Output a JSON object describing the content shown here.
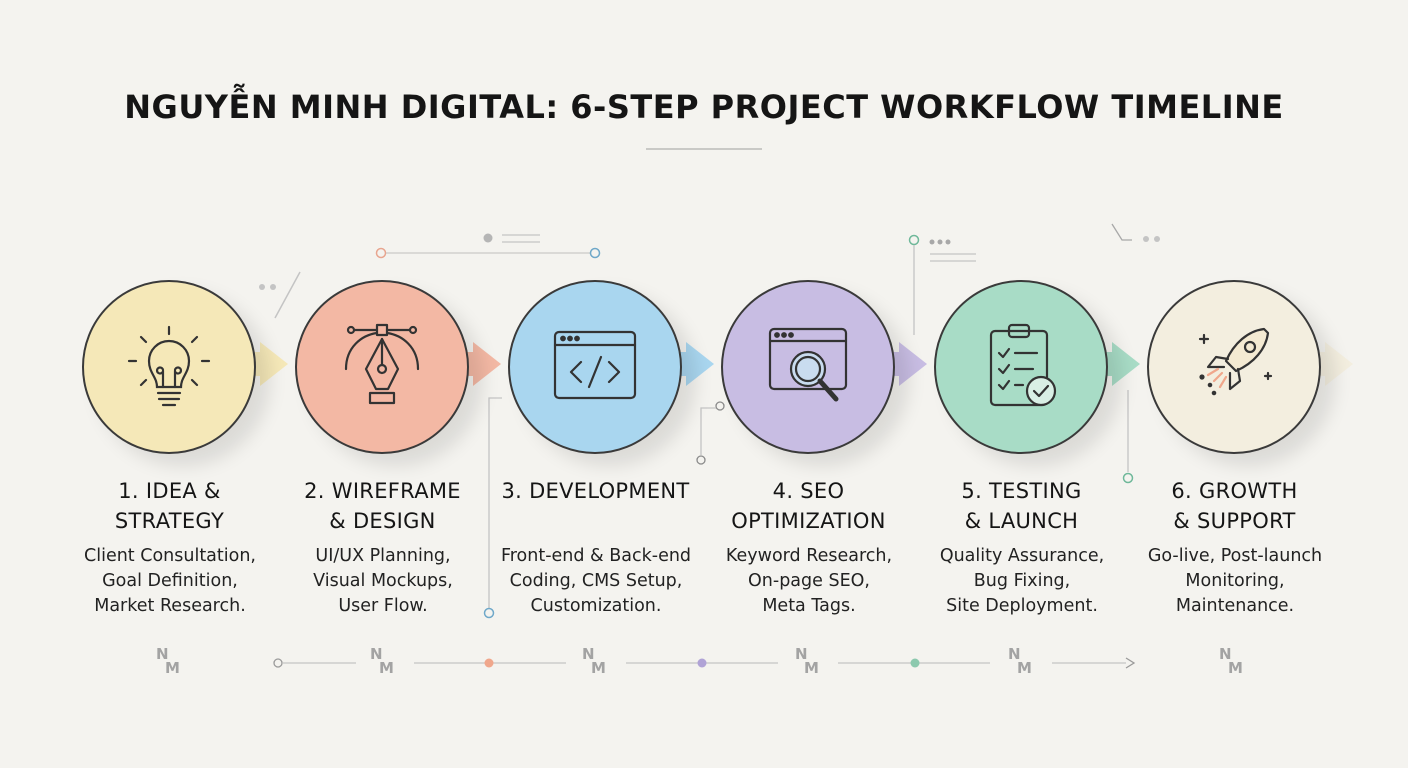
{
  "title": "NGUYỄN MINH DIGITAL: 6-STEP PROJECT WORKFLOW TIMELINE",
  "logo": {
    "n": "N",
    "m": "M"
  },
  "steps": [
    {
      "title": "1. IDEA &\nSTRATEGY",
      "description": "Client Consultation,\nGoal Definition,\nMarket Research.",
      "icon": "lightbulb-icon",
      "color": "#f5e8b8"
    },
    {
      "title": "2. WIREFRAME\n& DESIGN",
      "description": "UI/UX Planning,\nVisual Mockups,\nUser Flow.",
      "icon": "pen-tool-icon",
      "color": "#f3b8a4"
    },
    {
      "title": "3. DEVELOPMENT",
      "description": "Front-end & Back-end\nCoding, CMS Setup,\nCustomization.",
      "icon": "code-window-icon",
      "color": "#a9d6ef"
    },
    {
      "title": "4. SEO\nOPTIMIZATION",
      "description": "Keyword Research,\nOn-page SEO,\nMeta Tags.",
      "icon": "magnifier-window-icon",
      "color": "#c8bde3"
    },
    {
      "title": "5. TESTING\n& LAUNCH",
      "description": "Quality Assurance,\nBug Fixing,\nSite Deployment.",
      "icon": "clipboard-check-icon",
      "color": "#a8dcc6"
    },
    {
      "title": "6. GROWTH\n& SUPPORT",
      "description": "Go-live, Post-launch\nMonitoring,\nMaintenance.",
      "icon": "rocket-icon",
      "color": "#f3eedf"
    }
  ]
}
